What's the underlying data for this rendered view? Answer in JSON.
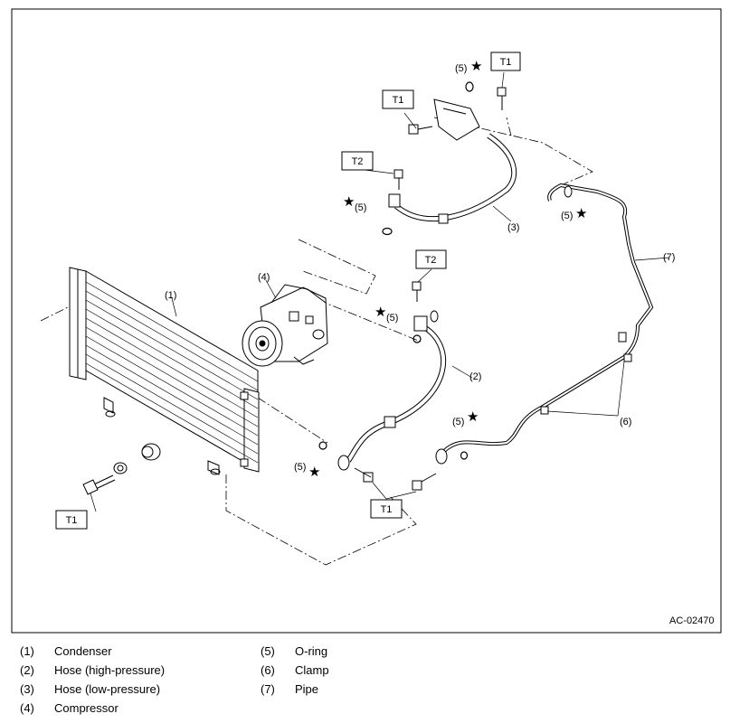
{
  "figure_code": "AC-02470",
  "tags": {
    "t1": "T1",
    "t2": "T2"
  },
  "callouts": {
    "n1": "(1)",
    "n2": "(2)",
    "n3": "(3)",
    "n4": "(4)",
    "n5": "(5)",
    "n6": "(6)",
    "n7": "(7)",
    "star": "★"
  },
  "legend": [
    {
      "num": "(1)",
      "label": "Condenser"
    },
    {
      "num": "(2)",
      "label": "Hose (high-pressure)"
    },
    {
      "num": "(3)",
      "label": "Hose (low-pressure)"
    },
    {
      "num": "(4)",
      "label": "Compressor"
    },
    {
      "num": "(5)",
      "label": "O-ring"
    },
    {
      "num": "(6)",
      "label": "Clamp"
    },
    {
      "num": "(7)",
      "label": "Pipe"
    }
  ]
}
